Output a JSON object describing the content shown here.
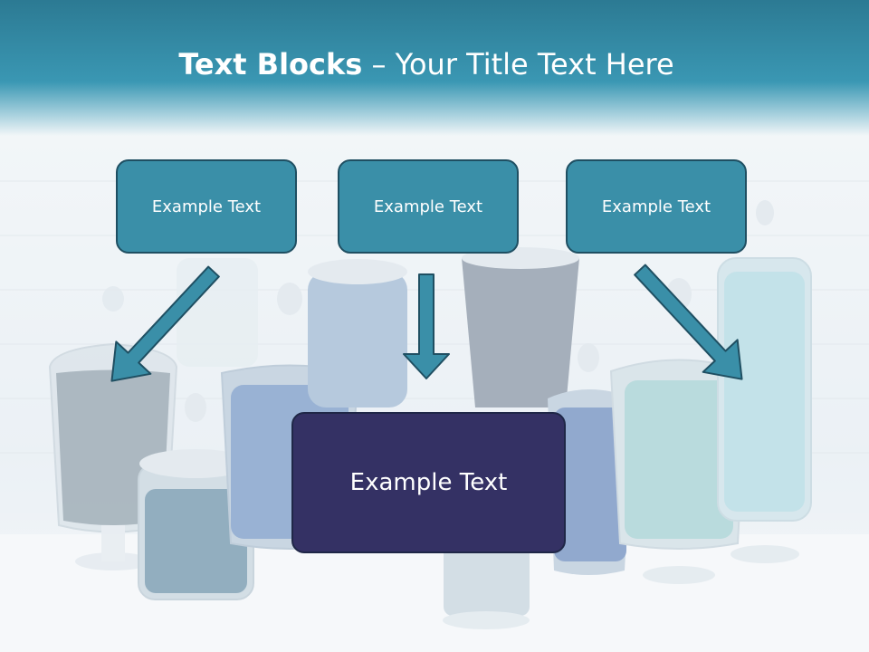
{
  "title": {
    "bold": "Text Blocks",
    "rest": " – Your Title Text Here"
  },
  "blocks": {
    "top": [
      "Example Text",
      "Example Text",
      "Example Text"
    ],
    "center": "Example Text"
  },
  "colors": {
    "header": "#3a97b3",
    "top_box_fill": "#3a8fa8",
    "center_box_fill": "#343164",
    "arrow_fill": "#3a8fa8",
    "arrow_stroke": "#1f4f62"
  }
}
